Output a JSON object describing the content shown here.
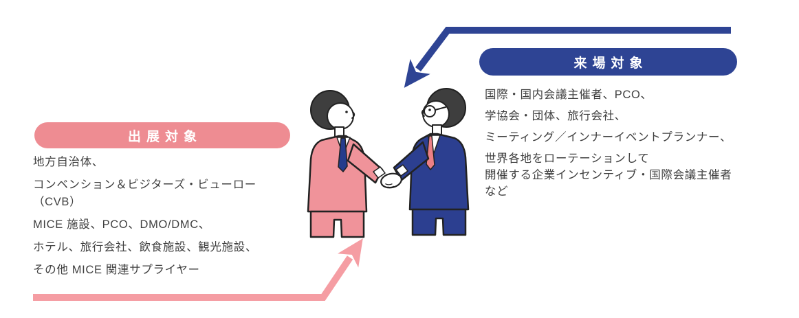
{
  "badges": {
    "exhibitor": "出展対象",
    "visitor": "来場対象"
  },
  "exhibitor": {
    "items": [
      [
        "地方自治体、"
      ],
      [
        "コンベンション＆ビジターズ・ビューロー",
        "（CVB）"
      ],
      [
        "MICE 施設、PCO、DMO/DMC、"
      ],
      [
        "ホテル、旅行会社、飲食施設、観光施設、"
      ],
      [
        "その他 MICE 関連サプライヤー"
      ]
    ]
  },
  "visitor": {
    "items": [
      [
        "国際・国内会議主催者、PCO、"
      ],
      [
        "学協会・団体、旅行会社、"
      ],
      [
        "ミーティング／インナーイベントプランナー、"
      ],
      [
        "世界各地をローテーションして",
        "開催する企業インセンティブ・国際会議主催者",
        "など"
      ]
    ]
  },
  "icons": {
    "blue_arrow": "arrow-bent-down-left",
    "pink_arrow": "arrow-bent-up-right",
    "illustration": "two-businesspeople-handshake"
  },
  "colors": {
    "pink_badge": "#ee8c92",
    "pink_arrow": "#f59da3",
    "pink_suit": "#f0939a",
    "blue": "#2e4494",
    "navy_suit": "#2c3f90",
    "text": "#3f3f3f"
  }
}
